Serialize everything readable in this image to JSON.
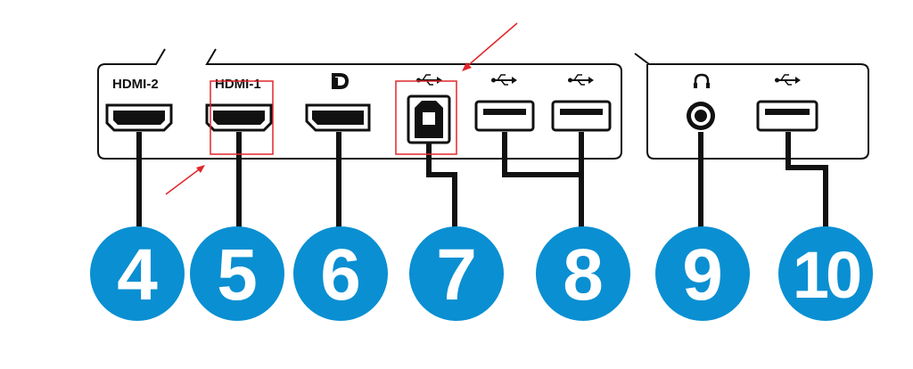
{
  "ports": [
    {
      "label": "HDMI-2",
      "number": "4",
      "icon_name": "hdmi-port-icon"
    },
    {
      "label": "HDMI-1",
      "number": "5",
      "icon_name": "hdmi-port-icon",
      "highlighted": true
    },
    {
      "label": "",
      "number": "6",
      "icon_name": "displayport-icon",
      "symbol": "displayport-logo-icon"
    },
    {
      "label": "",
      "number": "7",
      "icon_name": "usb-b-port-icon",
      "symbol": "usb-trident-icon",
      "highlighted": true
    },
    {
      "label": "",
      "number": "8",
      "icon_name": "usb-a-port-icon",
      "symbol": "usb-trident-icon"
    },
    {
      "label": "",
      "number": "9",
      "icon_name": "headphone-jack-icon",
      "symbol": "headphone-icon"
    },
    {
      "label": "",
      "number": "10",
      "icon_name": "usb-a-port-icon",
      "symbol": "usb-trident-icon"
    }
  ],
  "colors": {
    "badge": "#0a8fd2",
    "highlight": "#e0262b",
    "arrow": "#e0262b",
    "line": "#111111"
  }
}
